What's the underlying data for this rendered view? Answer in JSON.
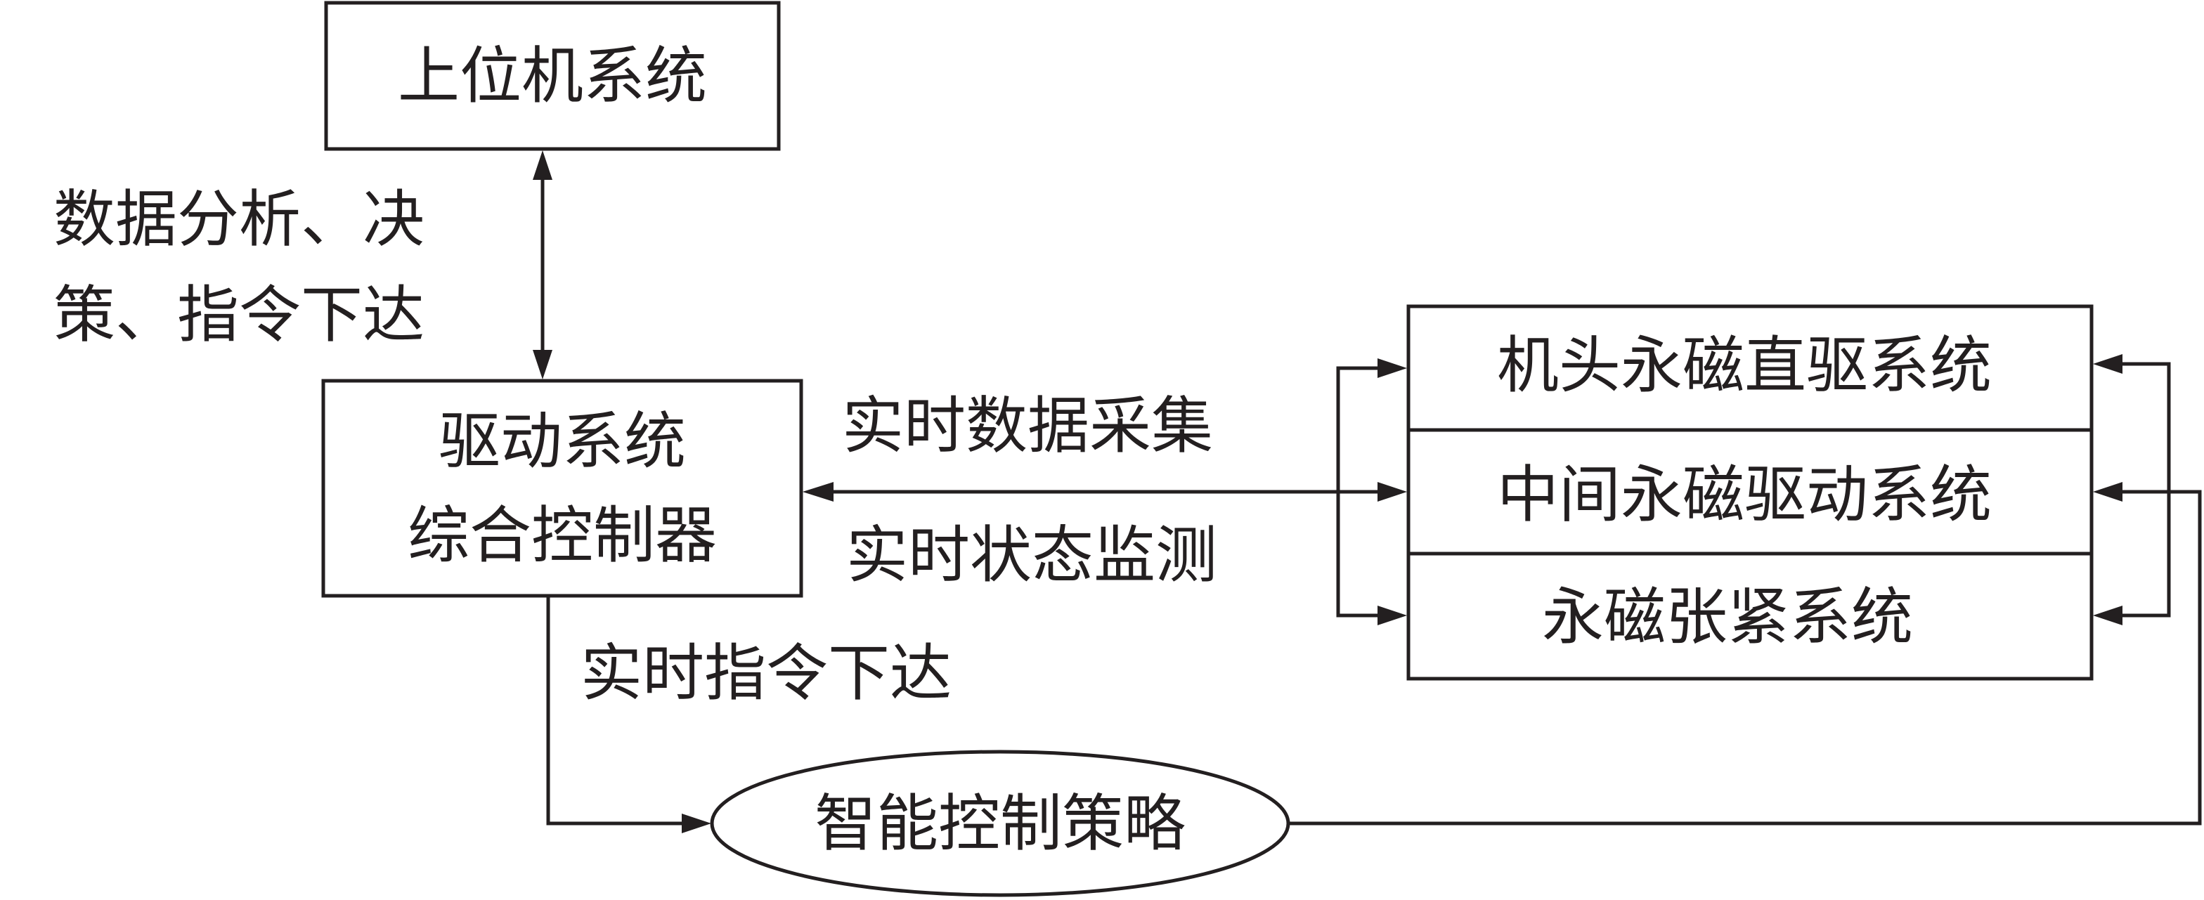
{
  "nodes": {
    "host": "上位机系统",
    "controller_line1": "驱动系统",
    "controller_line2": "综合控制器",
    "head_drive": "机头永磁直驱系统",
    "middle_drive": "中间永磁驱动系统",
    "tension": "永磁张紧系统",
    "strategy": "智能控制策略"
  },
  "edges": {
    "host_controller_line1": "数据分析、决",
    "host_controller_line2": "策、指令下达",
    "acquisition": "实时数据采集",
    "monitoring": "实时状态监测",
    "command": "实时指令下达"
  }
}
